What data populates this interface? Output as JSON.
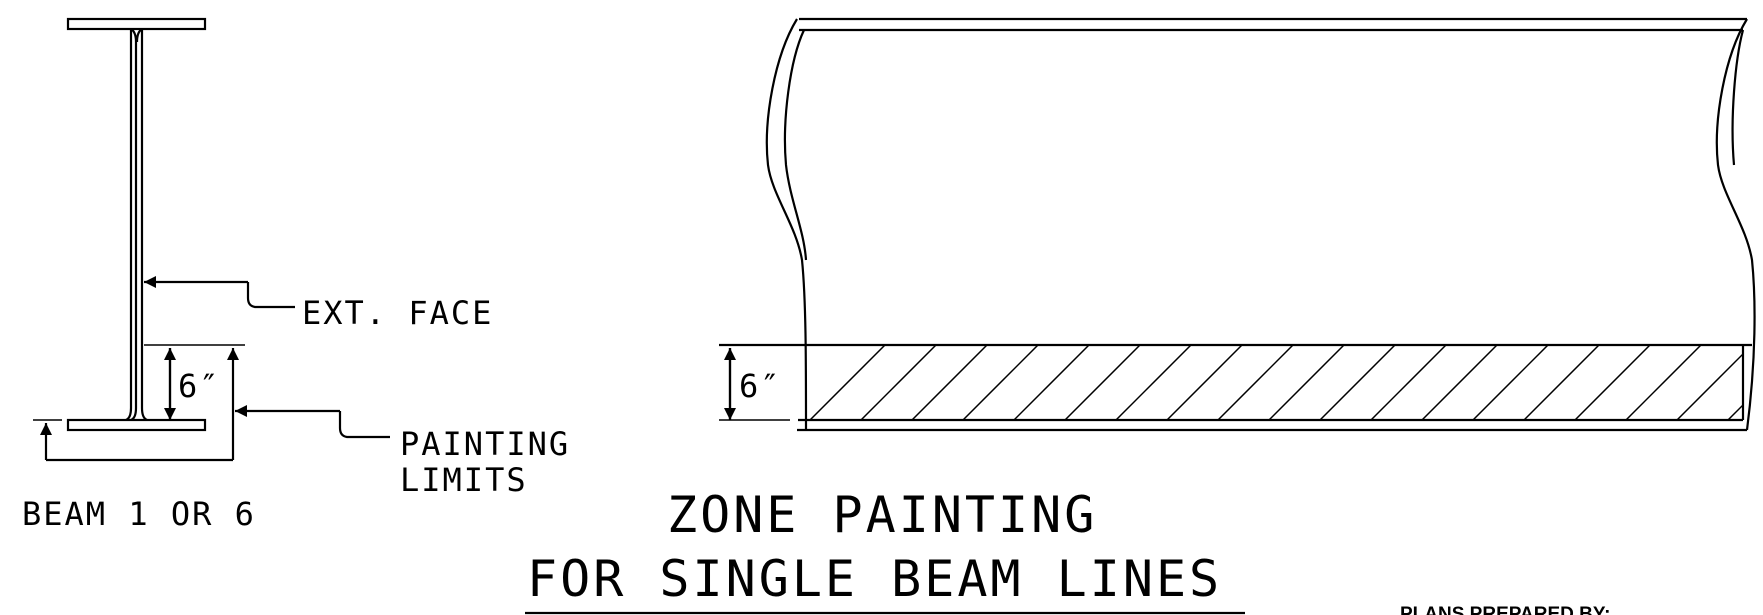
{
  "section_view": {
    "ext_face_label": "EXT. FACE",
    "dimension_label": "6″",
    "painting_limits_line1": "PAINTING",
    "painting_limits_line2": "LIMITS",
    "caption": "BEAM 1 OR 6"
  },
  "elevation_view": {
    "dimension_label": "6″"
  },
  "title": {
    "line1": "ZONE PAINTING",
    "line2": "FOR SINGLE BEAM LINES"
  },
  "credit": {
    "prepared_by": "PLANS PREPARED BY:"
  }
}
